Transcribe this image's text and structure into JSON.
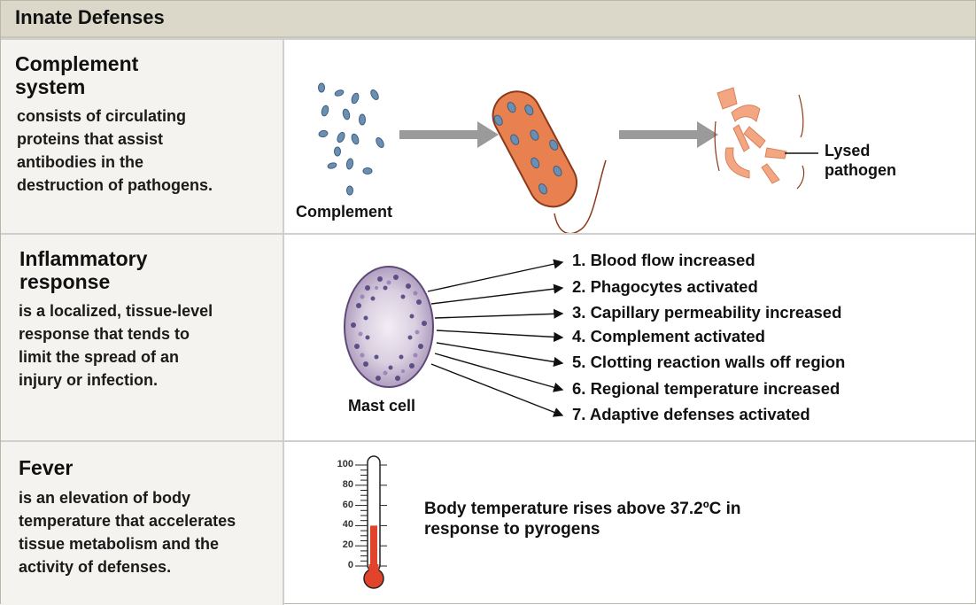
{
  "title": "Innate Defenses",
  "complement": {
    "heading": "Complement\nsystem",
    "description": "consists of circulating\nproteins that assist\nantibodies in the\ndestruction of pathogens.",
    "complement_label": "Complement",
    "lysed_label": "Lysed\npathogen"
  },
  "inflammatory": {
    "heading": "Inflammatory\nresponse",
    "description": "is a localized, tissue-level\nresponse that tends to\nlimit the spread of an\ninjury or infection.",
    "cell_label": "Mast cell",
    "effects": [
      "1. Blood flow increased",
      "2. Phagocytes activated",
      "3. Capillary permeability increased",
      "4. Complement activated",
      "5. Clotting reaction walls off region",
      "6. Regional temperature increased",
      "7. Adaptive defenses activated"
    ]
  },
  "fever": {
    "heading": "Fever",
    "description": "is an elevation of body\ntemperature that accelerates\ntissue metabolism and the\nactivity of defenses.",
    "statement": "Body temperature rises above 37.2ºC in\nresponse to pyrogens",
    "scale_ticks": [
      "100",
      "80",
      "60",
      "40",
      "20",
      "0"
    ],
    "mercury_level_percent": 40
  },
  "colors": {
    "header_bg": "#dbd8c9",
    "left_panel_bg": "#f4f3ef",
    "pathogen_orange": "#e8804f",
    "complement_blue": "#6b8fb3",
    "mercury_red": "#e1442b",
    "arrow_gray": "#9a9a9a"
  }
}
